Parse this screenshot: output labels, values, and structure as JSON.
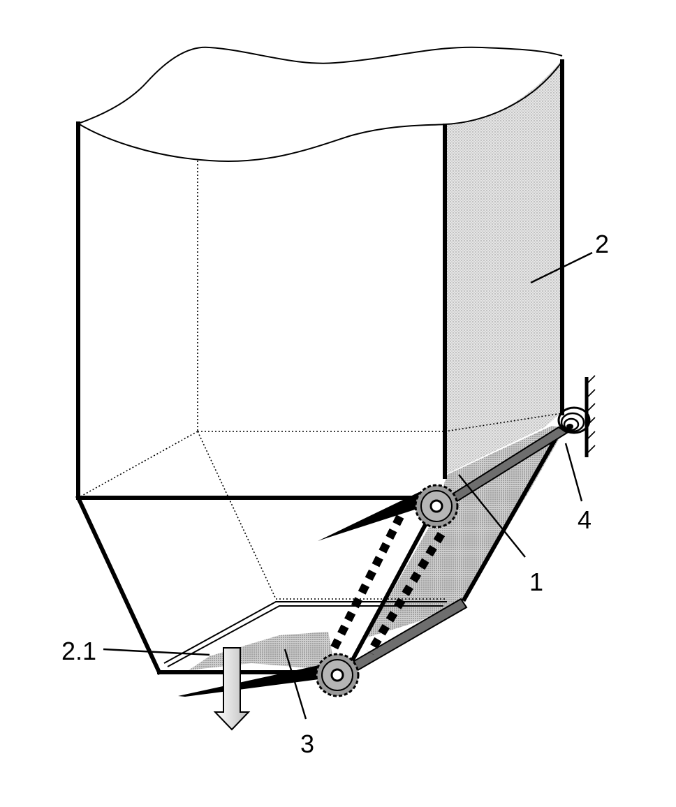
{
  "labels": {
    "ref_1": "1",
    "ref_2": "2",
    "ref_2_1": "2.1",
    "ref_3": "3",
    "ref_4": "4"
  },
  "colors": {
    "line": "#000000",
    "background": "#ffffff",
    "side_panel_fill": "#d9d9d9",
    "flap_fill": "#bdbdbd",
    "arrow_fill": "#e0e0e0"
  }
}
